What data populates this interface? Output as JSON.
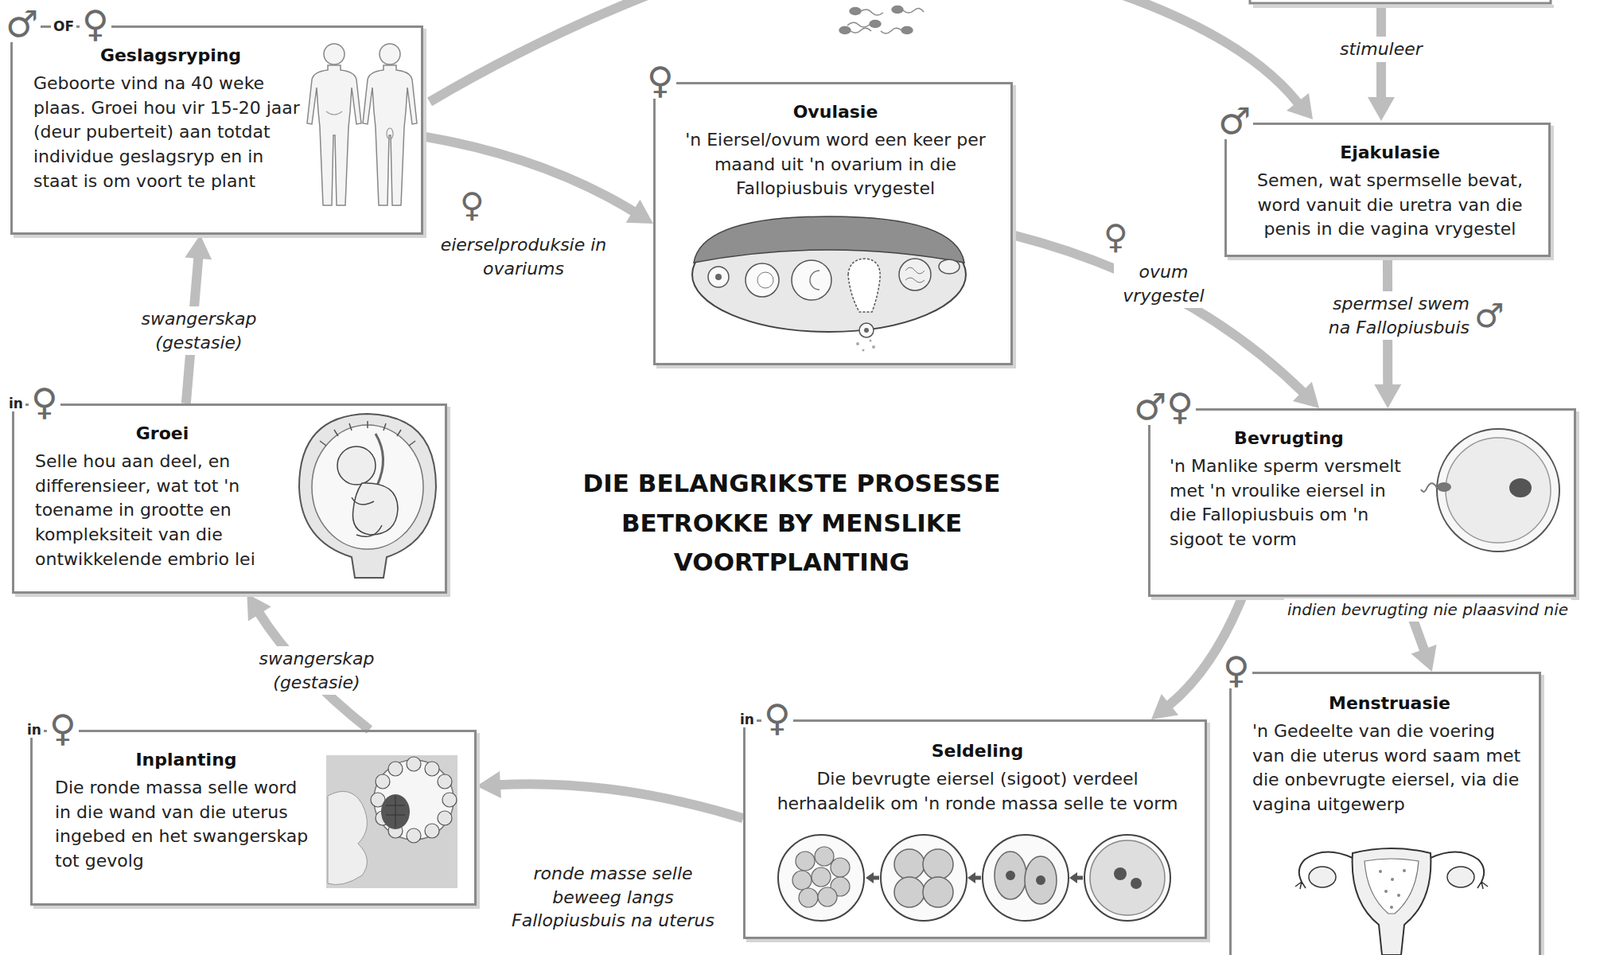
{
  "diagram": {
    "title": "DIE BELANGRIKSTE PROSESSE BETROKKE BY MENSLIKE VOORTPLANTING",
    "nodes": [
      {
        "text": [
          "♂",
          "OF",
          "♀",
          "Geslagsryping",
          "Geboorte vind na 40 weke plaas. Groei hou vir 15-20 jaar (deur puberteit) aan totdat individue geslagsryp en in staat is om voort te plant"
        ]
      },
      {
        "text": [
          "♀",
          "Ovulasie",
          "'n Eiersel/ovum word een keer per maand uit 'n ovarium in die Fallopiusbuis vrygestel"
        ]
      },
      {
        "text": [
          "♂",
          "Ejakulasie",
          "Semen, wat spermselle bevat, word vanuit die uretra van die penis in die vagina vrygestel"
        ]
      },
      {
        "text": [
          "♂♀",
          "Bevrugting",
          "'n Manlike sperm versmelt met 'n vroulike eiersel in die Fallopiusbuis om 'n sigoot te vorm"
        ]
      },
      {
        "text": [
          "♀",
          "Menstruasie",
          "'n Gedeelte van die voering van die uterus word saam met die onbevrugte eiersel, via die vagina uitgewerp"
        ]
      },
      {
        "text": [
          "in",
          "♀",
          "Seldeling",
          "Die bevrugte eiersel (sigoot) verdeel herhaaldelik om 'n ronde massa selle te vorm"
        ]
      },
      {
        "text": [
          "in",
          "♀",
          "Inplanting",
          "Die ronde massa selle word in die wand van die uterus ingebed en het swangerskap tot gevolg"
        ]
      },
      {
        "text": [
          "in",
          "♀",
          "Groei",
          "Selle hou aan deel, en differensieer, wat tot 'n toename in grootte en kompleksiteit van die ontwikkelende embrio lei"
        ]
      }
    ],
    "edges": [
      {
        "from": 0,
        "to": 1,
        "label": "eierselproduksie in ovariums",
        "arrow": "to"
      },
      {
        "from": 1,
        "to": 3,
        "label": "ovum vrygestel",
        "arrow": "to"
      },
      {
        "from": 2,
        "to": 3,
        "label": "spermsel swem na Fallopiusbuis",
        "arrow": "to"
      },
      {
        "from": 3,
        "to": 5,
        "arrow": "to"
      },
      {
        "from": 3,
        "to": 4,
        "label": "indien bevrugting nie plaasvind nie",
        "arrow": "to"
      },
      {
        "from": 5,
        "to": 6,
        "label": "ronde masse selle beweeg langs Fallopiusbuis na uterus",
        "arrow": "to"
      },
      {
        "from": 6,
        "to": 7,
        "label": "swangerskap (gestasie)",
        "arrow": "to"
      },
      {
        "from": 7,
        "to": 0,
        "label": "swangerskap (gestasie)",
        "arrow": "to"
      }
    ],
    "labels": [
      "stimuleer",
      "♀",
      "♀",
      "♂"
    ]
  }
}
